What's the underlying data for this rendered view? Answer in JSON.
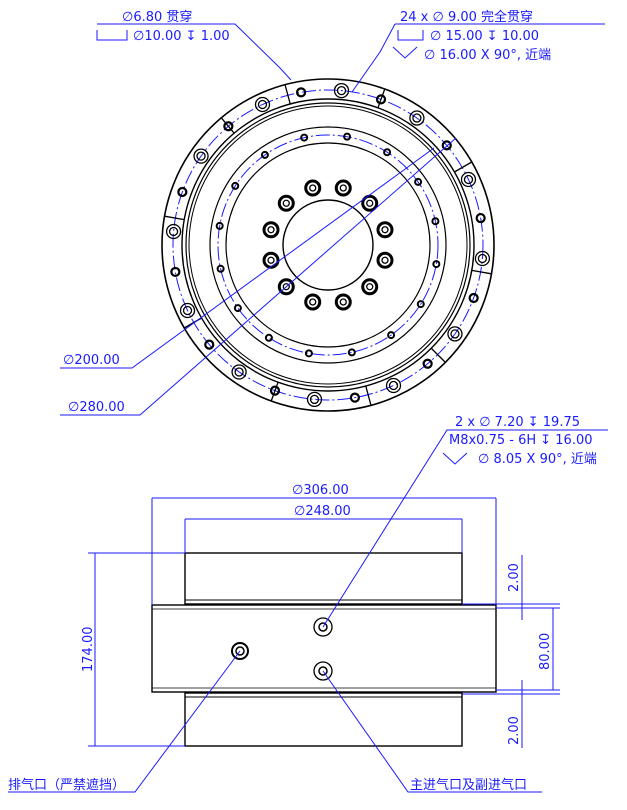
{
  "top_view": {
    "callout_left": {
      "line1": "∅6.80 贯穿",
      "line2": "∅10.00 ↧ 1.00"
    },
    "callout_right": {
      "line1": "24 x  ∅  9.00 完全贯穿",
      "line2": "∅  15.00  ↧  10.00",
      "line3": "∅  16.00 X 90°, 近端"
    },
    "dia_200": "∅200.00",
    "dia_280": "∅280.00"
  },
  "side_view": {
    "callout_port": {
      "line1": "2 x  ∅  7.20  ↧  19.75",
      "line2": "M8x0.75 - 6H  ↧  16.00",
      "line3": "∅  8.05 X 90°, 近端"
    },
    "dia_306": "∅306.00",
    "dia_248": "∅248.00",
    "height_174": "174.00",
    "gap_top": "2.00",
    "body_80": "80.00",
    "gap_bottom": "2.00",
    "label_exhaust": "排气口（严禁遮挡）",
    "label_inlet": "主进气口及副进气口"
  }
}
